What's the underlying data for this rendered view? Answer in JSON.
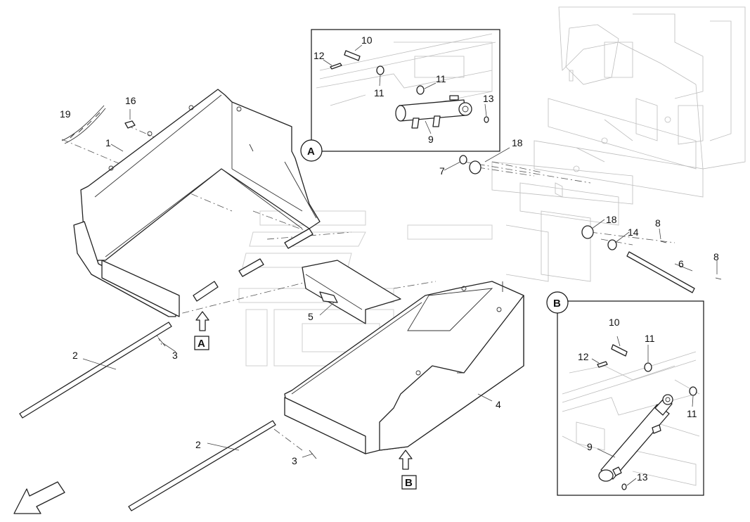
{
  "callouts": {
    "c1": "1",
    "c2a": "2",
    "c2b": "2",
    "c3a": "3",
    "c3b": "3",
    "c4": "4",
    "c5": "5",
    "c6": "6",
    "c7": "7",
    "c8a": "8",
    "c8b": "8",
    "c14": "14",
    "c16": "16",
    "c18a": "18",
    "c18b": "18",
    "c19": "19"
  },
  "detail_a": {
    "label": "A",
    "c9": "9",
    "c10": "10",
    "c11a": "11",
    "c11b": "11",
    "c12": "12",
    "c13": "13"
  },
  "detail_b": {
    "label": "B",
    "c9": "9",
    "c10": "10",
    "c11a": "11",
    "c11b": "11",
    "c12": "12",
    "c13": "13"
  },
  "view_markers": {
    "a": "A",
    "b": "B"
  },
  "icons": [
    "direction-arrow-icon",
    "view-arrow-icon"
  ]
}
